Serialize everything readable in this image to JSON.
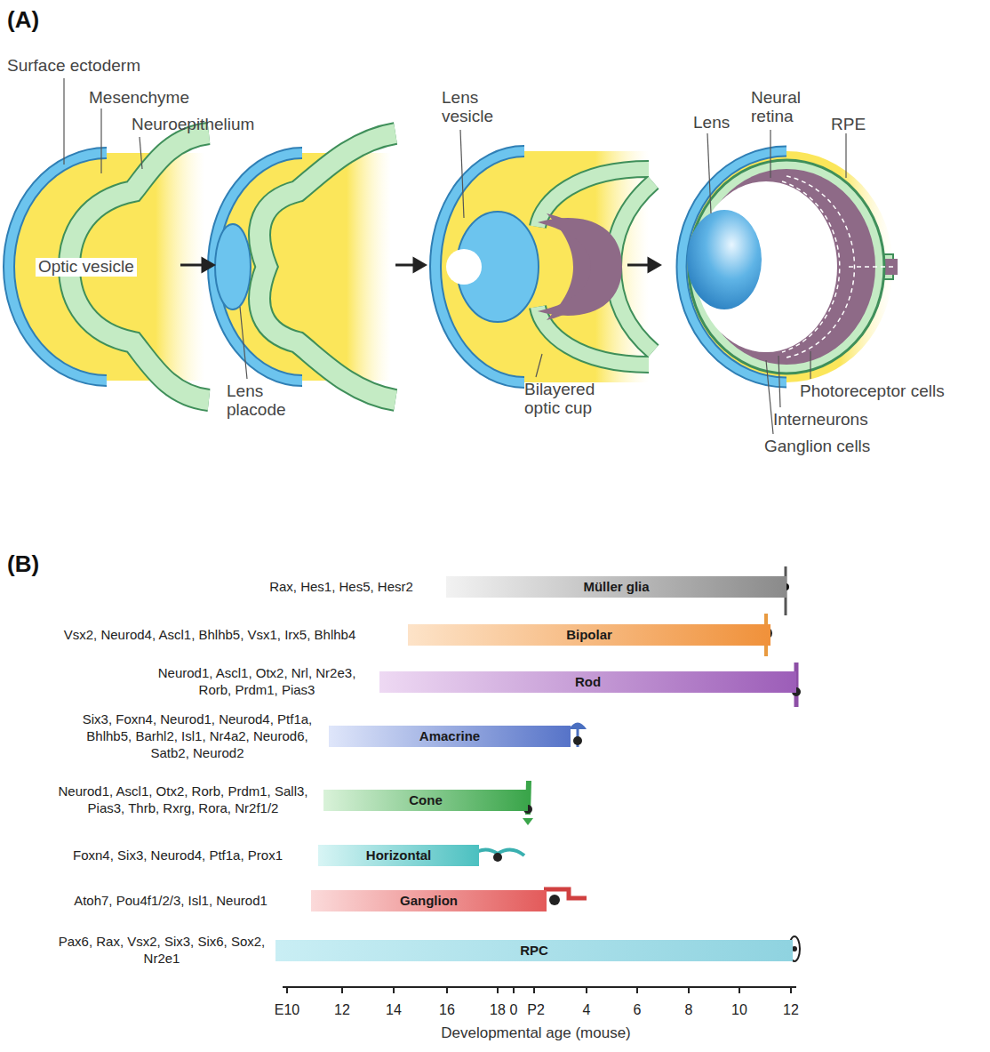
{
  "diagram": {
    "nodes": [
      {
        "text": [
          "Rax, Hes1, Hes5, Hesr2",
          "Müller glia"
        ]
      },
      {
        "text": [
          "Vsx2, Neurod4, Ascl1, Bhlhb5, Vsx1, Irx5, Bhlhb4",
          "Bipolar"
        ]
      },
      {
        "text": [
          "Neurod1, Ascl1, Otx2, Nrl, Nr2e3, Rorb, Prdm1, Pias3",
          "Rod"
        ]
      },
      {
        "text": [
          "Six3, Foxn4, Neurod1, Neurod4, Ptf1a, Bhlhb5, Barhl2, Isl1, Nr4a2, Neurod6, Satb2, Neurod2",
          "Amacrine"
        ]
      },
      {
        "text": [
          "Neurod1, Ascl1, Otx2, Rorb, Prdm1, Sall3, Pias3, Thrb, Rxrg, Rora, Nr2f1/2",
          "Cone"
        ]
      },
      {
        "text": [
          "Foxn4, Six3, Neurod4, Ptf1a, Prox1",
          "Horizontal"
        ]
      },
      {
        "text": [
          "Atoh7, Pou4f1/2/3, Isl1, Neurod1",
          "Ganglion"
        ]
      },
      {
        "text": [
          "Pax6, Rax, Vsx2, Six3, Six6, Sox2, Nr2e1",
          "RPC"
        ]
      }
    ],
    "labels": [
      "(A)",
      "Surface ectoderm",
      "Mesenchyme",
      "Neuroepithelium",
      "Optic vesicle",
      "Lens placode",
      "Lens vesicle",
      "Bilayered optic cup",
      "Lens",
      "Neural retina",
      "RPE",
      "Photoreceptor cells",
      "Interneurons",
      "Ganglion cells",
      "(B)",
      "E10",
      "12",
      "14",
      "16",
      "18",
      "0",
      "P2",
      "4",
      "6",
      "8",
      "10",
      "12",
      "Developmental age (mouse)"
    ]
  }
}
